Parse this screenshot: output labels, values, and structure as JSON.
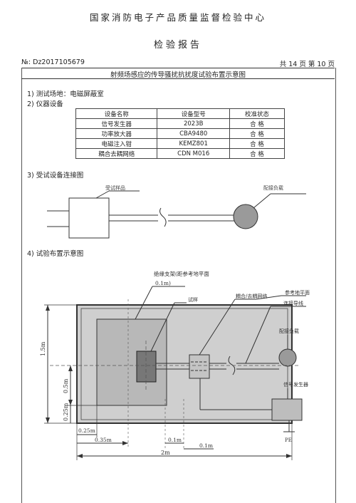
{
  "header": {
    "organization": "国家消防电子产品质量监督检验中心",
    "report_title": "检验报告",
    "report_no_label": "№:",
    "report_no": "Dz2017105679",
    "page_info": "共 14 页  第 10 页"
  },
  "section_title": "射频场感应的传导骚扰抗扰度试验布置示意图",
  "sections": {
    "s1": "1) 测试场地：电磁屏蔽室",
    "s2": "2) 仪器设备",
    "s3": "3) 受试设备连接图",
    "s4": "4) 试验布置示意图"
  },
  "equipment_table": {
    "headers": [
      "设备名称",
      "设备型号",
      "校准状态"
    ],
    "rows": [
      [
        "信号发生器",
        "2023B",
        "合 格"
      ],
      [
        "功率放大器",
        "CBA9480",
        "合 格"
      ],
      [
        "电磁注入钳",
        "KEMZ801",
        "合 格"
      ],
      [
        "耦合去耦网络",
        "CDN M016",
        "合 格"
      ]
    ]
  },
  "connection_diagram": {
    "eut_label": "受试样品",
    "load_label": "配接负载"
  },
  "layout_diagram": {
    "support_label_1": "绝缘支架(距参考地平面",
    "support_label_2": "0.1m)",
    "ground_plane_label": "参考地平面",
    "cdn_label": "耦合/去耦网络",
    "sample_label": "试样",
    "lead_label": "连接导线",
    "load_label": "配接负载",
    "generator_label": "信号发生器",
    "pe_label": "PE",
    "dim_15m": "1.5m",
    "dim_05m": "0.5m",
    "dim_025m_v": "0.25m",
    "dim_025m_h": "0.25m",
    "dim_035m": "0.35m",
    "dim_01m_a": "0.1m",
    "dim_01m_b": "0.1m",
    "dim_2m": "2m"
  }
}
